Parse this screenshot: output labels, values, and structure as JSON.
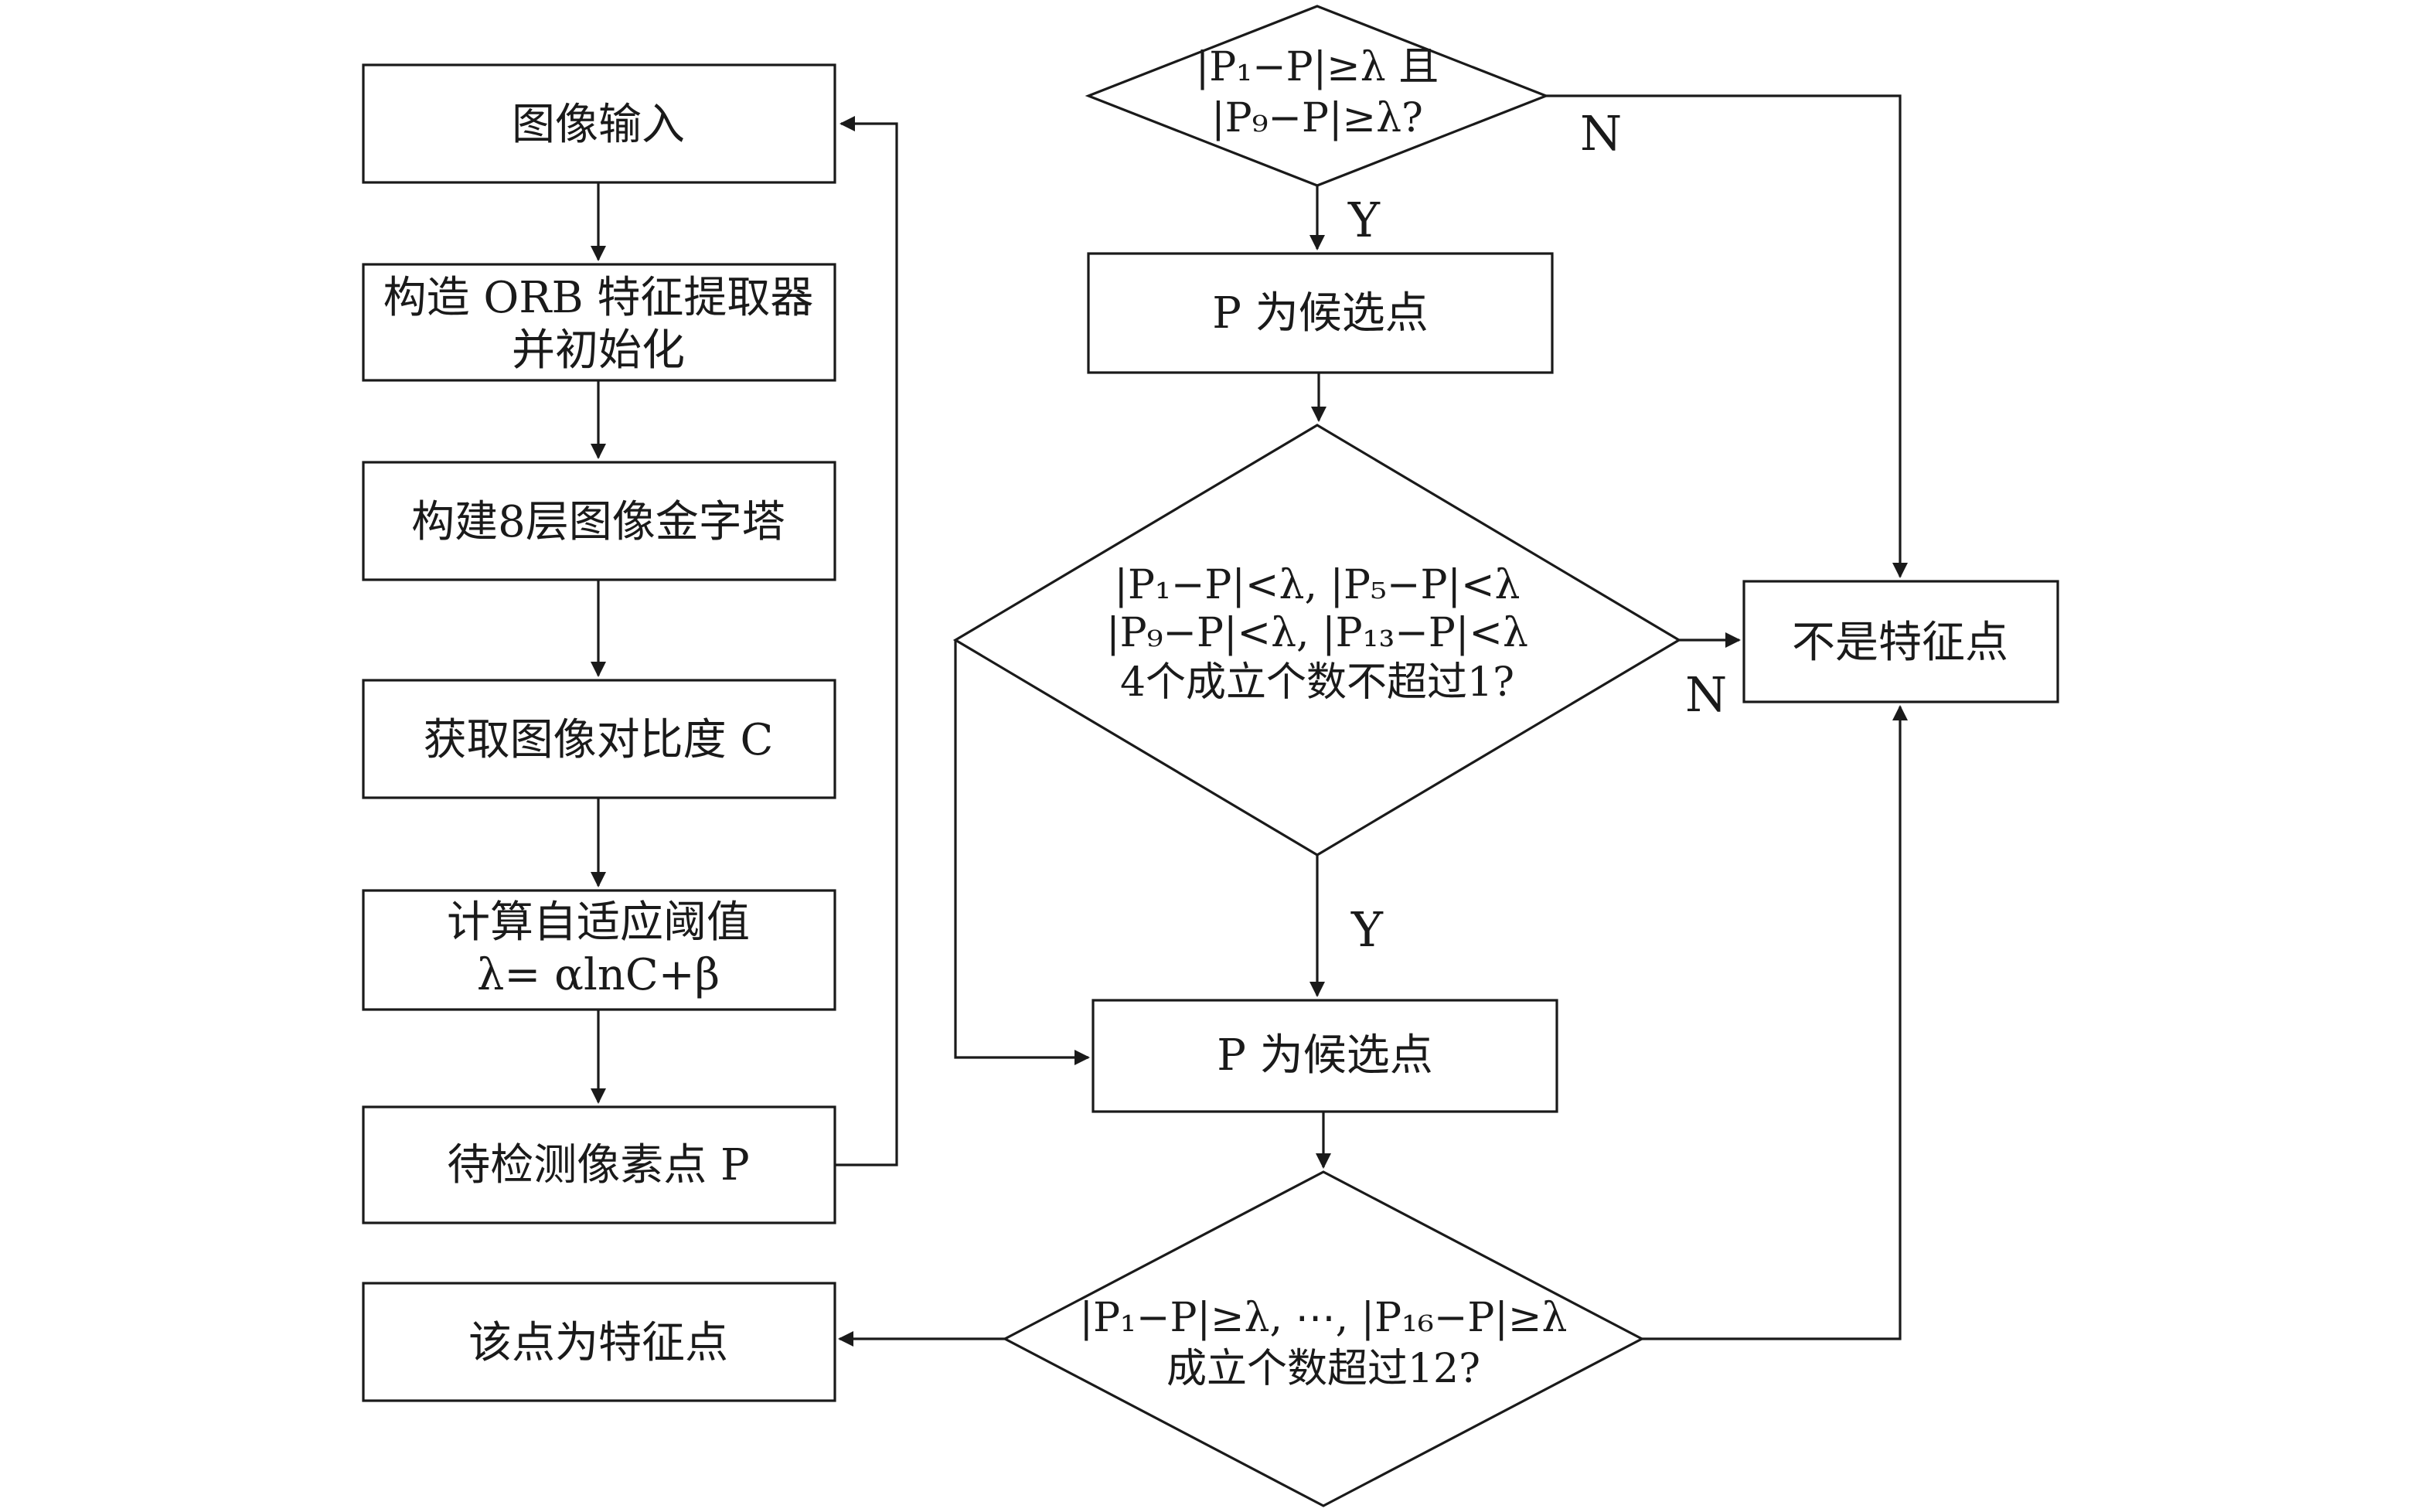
{
  "diagram": {
    "type": "flowchart",
    "topic": "ORB adaptive-threshold feature point detection",
    "colors": {
      "stroke": "#1a1a1a",
      "background": "#ffffff"
    }
  },
  "nodes": {
    "image_input": {
      "label": "图像输入"
    },
    "orb_extractor": {
      "line1": "构造 ORB 特征提取器",
      "line2": "并初始化"
    },
    "pyramid": {
      "label": "构建8层图像金字塔"
    },
    "contrast": {
      "label": "获取图像对比度 C"
    },
    "adaptive_threshold": {
      "line1": "计算自适应阈值",
      "line2": "λ= αlnC+β"
    },
    "pixel_to_detect": {
      "label": "待检测像素点 P"
    },
    "is_feature_point": {
      "label": "该点为特征点"
    },
    "diamond_initial_test": {
      "line1": "|P₁−P|≥λ 且",
      "line2": "|P₉−P|≥λ?"
    },
    "candidate_1": {
      "label": "P 为候选点"
    },
    "diamond_four_point_test": {
      "line1": "|P₁−P|<λ, |P₅−P|<λ",
      "line2": "|P₉−P|<λ, |P₁₃−P|<λ",
      "line3": "4个成立个数不超过1?"
    },
    "candidate_2": {
      "label": "P 为候选点"
    },
    "diamond_sixteen_point_test": {
      "line1": "|P₁−P|≥λ, ⋯, |P₁₆−P|≥λ",
      "line2": "成立个数超过12?"
    },
    "not_feature_point": {
      "label": "不是特征点"
    }
  },
  "edge_labels": {
    "d1_yes": "Y",
    "d1_no": "N",
    "d2_yes": "Y",
    "d2_no": "N"
  }
}
